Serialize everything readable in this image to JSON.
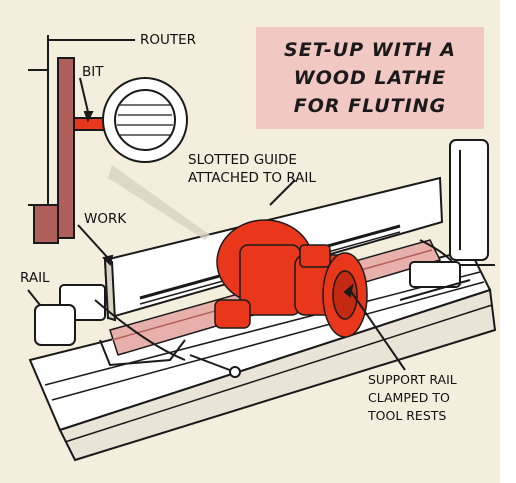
{
  "title": {
    "line1": "SET-UP WITH A",
    "line2": "WOOD LATHE",
    "line3": "FOR FLUTING"
  },
  "labels": {
    "router": "ROUTER",
    "bit": "BIT",
    "work": "WORK",
    "rail": "RAIL",
    "guide_line1": "SLOTTED GUIDE",
    "guide_line2": "ATTACHED TO RAIL",
    "support_line1": "SUPPORT RAIL",
    "support_line2": "CLAMPED TO",
    "support_line3": "TOOL RESTS"
  },
  "colors": {
    "background": "#f4eedd",
    "title_box": "#f2c8c3",
    "router": "#e8371a",
    "wood": "#b0605a",
    "ink": "#1a1a1a"
  }
}
